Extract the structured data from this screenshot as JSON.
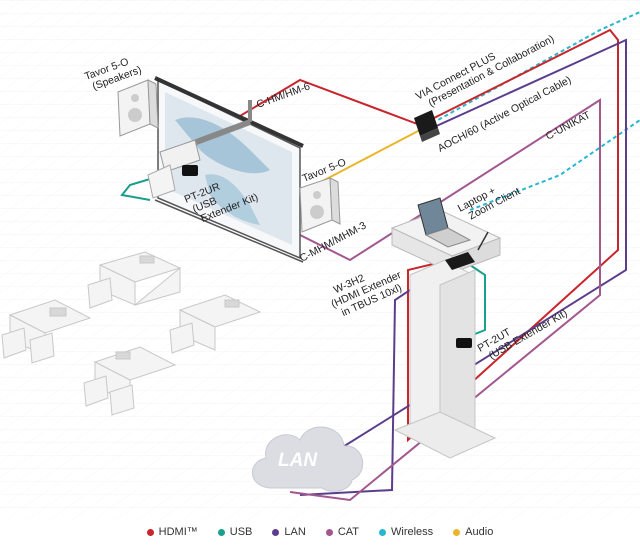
{
  "labels": {
    "tavor_speakers": "Tavor 5-O\n(Speakers)",
    "chm_hm6": "C-HM/HM-6",
    "via_connect": "VIA Connect PLUS\n(Presentation & Collaboration)",
    "aoch": "AOCH/60 (Active Optical Cable)",
    "c_unikat": "C-UNIKAT",
    "tavor_5o": "Tavor 5-O",
    "pt2ur": "PT-2UR\n(USB\nExtender Kit)",
    "laptop": "Laptop +\nZoom Client",
    "cmhm": "C-MHM/MHM-3",
    "w3h2": "W-3H2\n(HDMI Extender\nin TBUS 10xl)",
    "pt2ut": "PT-2UT\n(USB Extender Kit)",
    "lan": "LAN"
  },
  "legend": [
    {
      "label": "HDMI™",
      "color": "#c8262c"
    },
    {
      "label": "USB",
      "color": "#1a9f8a"
    },
    {
      "label": "LAN",
      "color": "#5b3d8c"
    },
    {
      "label": "CAT",
      "color": "#a2578f"
    },
    {
      "label": "Wireless",
      "color": "#29b6d1"
    },
    {
      "label": "Audio",
      "color": "#e9b52b"
    }
  ],
  "colors": {
    "hdmi": "#c8262c",
    "usb": "#1a9f8a",
    "lan": "#5b3d8c",
    "cat": "#a2578f",
    "wireless": "#29b6d1",
    "audio": "#e9b52b",
    "cloud": "#e0e0e6"
  }
}
